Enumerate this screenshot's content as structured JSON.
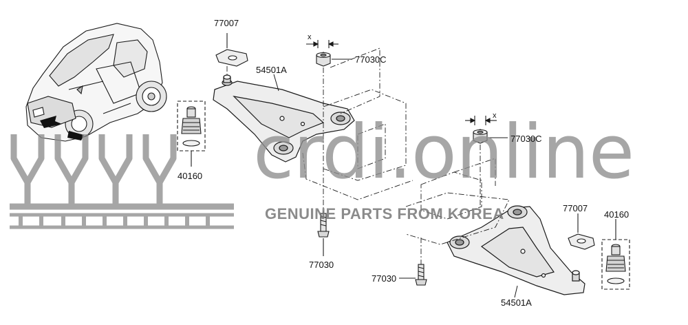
{
  "callouts": {
    "washer_top": "77007",
    "arm_left": "54501A",
    "nut_top": "77030C",
    "nut_right": "77030C",
    "balljoint_left": "40160",
    "washer_right": "77007",
    "balljoint_right": "40160",
    "bolt_left": "77030",
    "bolt_right": "77030",
    "arm_right": "54501A",
    "dim_x_top": "x",
    "dim_x_right": "x"
  },
  "watermark": {
    "site": "crdi.online",
    "tagline": "GENUINE PARTS FROM KOREA"
  },
  "colors": {
    "line": "#1a1a1a",
    "watermark": "#8e8e8e",
    "part_fill": "#eeeeee"
  }
}
